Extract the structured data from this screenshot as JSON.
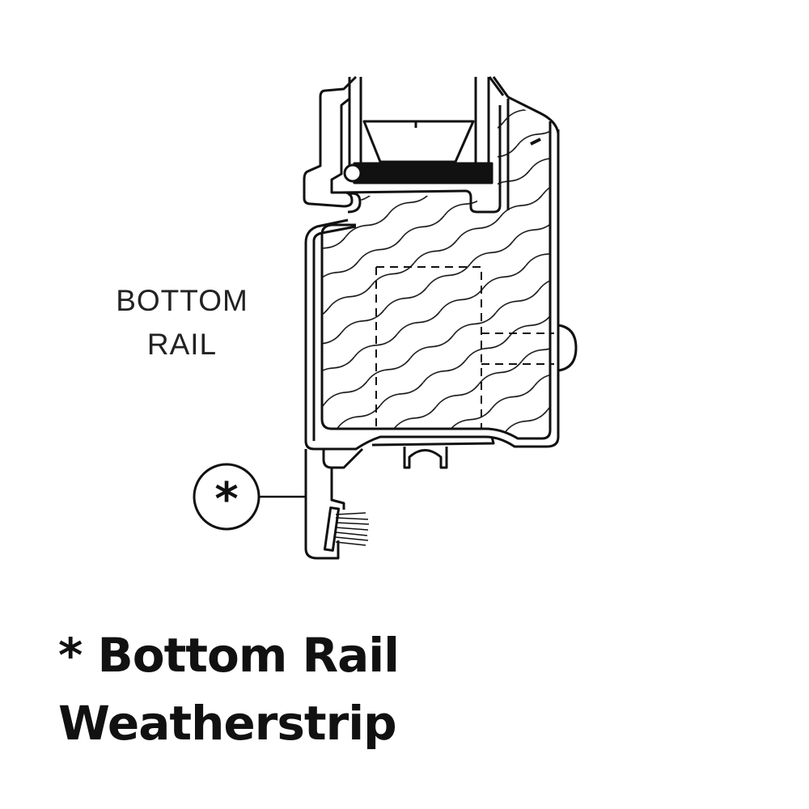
{
  "diagram": {
    "part_label": [
      "BOTTOM",
      "RAIL"
    ],
    "callout_symbol": "*",
    "caption": [
      "* Bottom Rail",
      "Weatherstrip"
    ]
  }
}
